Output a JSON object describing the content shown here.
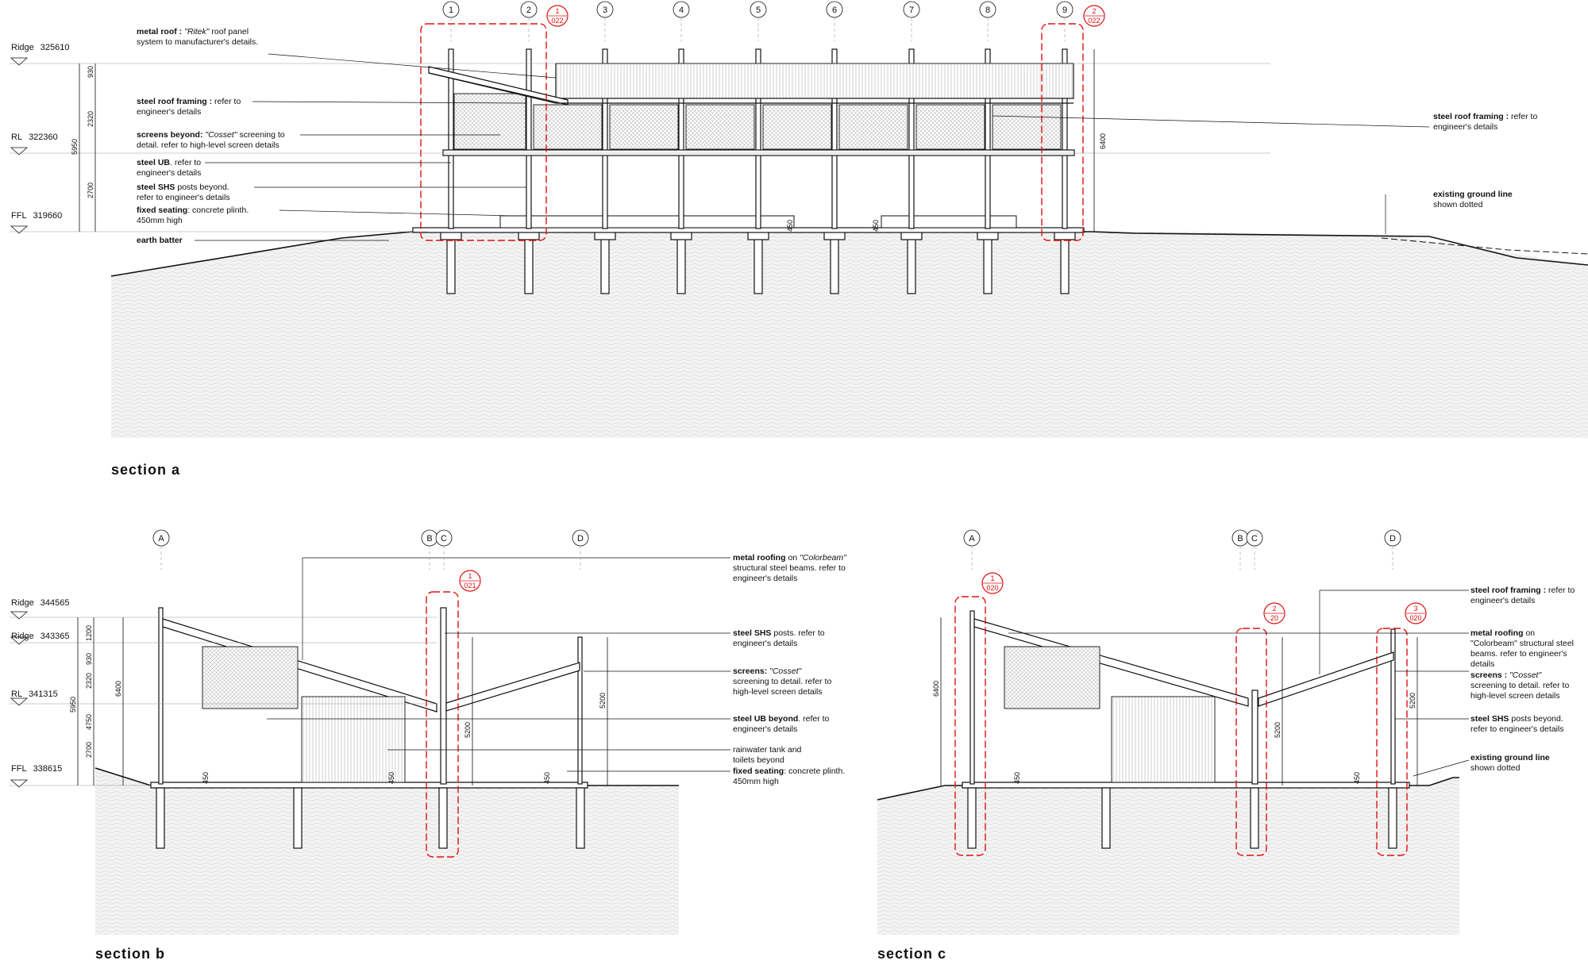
{
  "sheet": {
    "section_a": {
      "title": "section a",
      "levels": [
        {
          "name": "Ridge",
          "value": "325610"
        },
        {
          "name": "RL",
          "value": "322360"
        },
        {
          "name": "FFL",
          "value": "319660"
        }
      ],
      "dims_left": [
        "930",
        "2320",
        "5950",
        "2700"
      ],
      "dim_right": "6400",
      "plinth_dims": [
        "450",
        "450"
      ],
      "grid_labels": [
        "1",
        "2",
        "3",
        "4",
        "5",
        "6",
        "7",
        "8",
        "9"
      ],
      "callouts": [
        {
          "top": "1",
          "bottom": "022"
        },
        {
          "top": "2",
          "bottom": "022"
        }
      ],
      "notes_left": [
        {
          "bold": "metal roof :",
          "italic": "\"Ritek\"",
          "lines": [
            "roof panel",
            "system to manufacturer's details."
          ]
        },
        {
          "bold": "steel roof framing :",
          "italic": "",
          "lines": [
            "refer to",
            "engineer's details"
          ]
        },
        {
          "bold": "screens beyond:",
          "italic": "\"Cosset\"",
          "lines": [
            "screening to",
            "detail. refer to high-level screen details"
          ]
        },
        {
          "bold": "steel UB",
          "italic": "",
          "lines": [
            ". refer to",
            "engineer's details"
          ]
        },
        {
          "bold": "steel SHS",
          "italic": "",
          "lines": [
            "posts beyond.",
            "refer to engineer's details"
          ]
        },
        {
          "bold": "fixed seating",
          "italic": "",
          "lines": [
            ": concrete plinth.",
            "450mm high"
          ]
        },
        {
          "bold": "earth batter",
          "italic": "",
          "lines": [
            "",
            ""
          ]
        }
      ],
      "notes_right": [
        {
          "bold": "steel roof framing :",
          "lines": [
            "refer to",
            "engineer's details"
          ]
        },
        {
          "bold": "existing ground line",
          "lines": [
            "",
            "shown dotted"
          ]
        }
      ]
    },
    "section_b": {
      "title": "section b",
      "levels": [
        {
          "name": "Ridge",
          "value": "344565"
        },
        {
          "name": "Ridge",
          "value": "343365"
        },
        {
          "name": "RL",
          "value": "341315"
        },
        {
          "name": "FFL",
          "value": "338615"
        }
      ],
      "dims_left": [
        "1200",
        "930",
        "2320",
        "5950",
        "4750",
        "2700"
      ],
      "dim_6400": "6400",
      "dim_5200": [
        "5200",
        "5200"
      ],
      "plinth_dims": [
        "450",
        "450",
        "450"
      ],
      "grid_labels": [
        "A",
        "B",
        "C",
        "D"
      ],
      "callout": {
        "top": "1",
        "bottom": "021"
      },
      "notes": [
        {
          "bold": "metal roofing",
          "rest": "on",
          "italic": "\"Colorbeam\"",
          "lines": [
            "structural steel beams. refer to",
            "engineer's details"
          ]
        },
        {
          "bold": "steel SHS",
          "rest": "posts. refer to",
          "italic": "",
          "lines": [
            "engineer's details"
          ]
        },
        {
          "bold": "screens:",
          "rest": "",
          "italic": "\"Cosset\"",
          "lines": [
            "screening to detail. refer to",
            "high-level screen details"
          ]
        },
        {
          "bold": "steel UB beyond",
          "rest": ". refer to",
          "italic": "",
          "lines": [
            "engineer's details"
          ]
        },
        {
          "bold": "",
          "rest": "rainwater tank and",
          "italic": "",
          "lines": [
            "toilets beyond"
          ]
        },
        {
          "bold": "fixed seating",
          "rest": ": concrete plinth.",
          "italic": "",
          "lines": [
            "450mm high"
          ]
        }
      ]
    },
    "section_c": {
      "title": "section c",
      "dim_6400": "6400",
      "dim_5200": [
        "5200",
        "5200"
      ],
      "plinth_dims": [
        "450",
        "450"
      ],
      "grid_labels": [
        "A",
        "B",
        "C",
        "D"
      ],
      "callouts": [
        {
          "top": "1",
          "bottom": "020"
        },
        {
          "top": "2",
          "bottom": "20"
        },
        {
          "top": "3",
          "bottom": "020"
        }
      ],
      "notes": [
        {
          "bold": "steel roof framing :",
          "rest": "refer to",
          "italic": "",
          "lines": [
            "engineer's details"
          ]
        },
        {
          "bold": "metal roofing",
          "rest": "on",
          "italic": "",
          "lines": [
            "\"Colorbeam\" structural steel",
            "beams. refer to engineer's",
            "details"
          ]
        },
        {
          "bold": "screens :",
          "rest": "",
          "italic": "\"Cosset\"",
          "lines": [
            "screening to detail. refer to",
            "high-level screen details"
          ]
        },
        {
          "bold": "steel SHS",
          "rest": "posts beyond.",
          "italic": "",
          "lines": [
            "refer to engineer's details"
          ]
        },
        {
          "bold": "existing ground line",
          "rest": "",
          "italic": "",
          "lines": [
            "shown dotted"
          ]
        }
      ]
    },
    "colors": {
      "ink": "#111111",
      "red": "#e01010",
      "ground": "#f2f2f2"
    }
  }
}
